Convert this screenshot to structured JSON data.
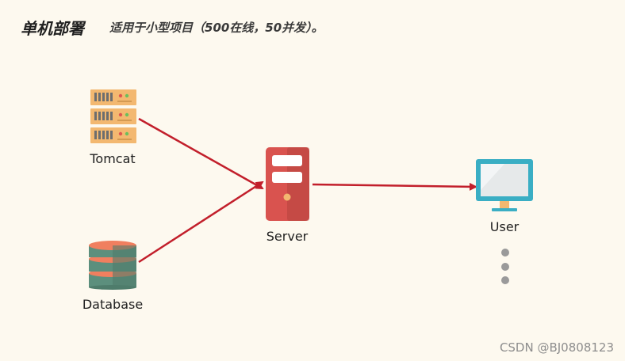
{
  "header": {
    "title": "单机部署",
    "subtitle": "适用于小型项目（500在线，50并发）。"
  },
  "nodes": {
    "tomcat": {
      "label": "Tomcat",
      "icon": "server-rack-icon"
    },
    "database": {
      "label": "Database",
      "icon": "database-icon"
    },
    "server": {
      "label": "Server",
      "icon": "server-tower-icon"
    },
    "user": {
      "label": "User",
      "icon": "monitor-icon"
    }
  },
  "colors": {
    "arrow": "#c21f2b",
    "rack": "#f3b870",
    "tower": "#d9534f",
    "db": "#5c8f7d",
    "monitor": "#3aaec4"
  },
  "watermark": "CSDN @BJ0808123"
}
